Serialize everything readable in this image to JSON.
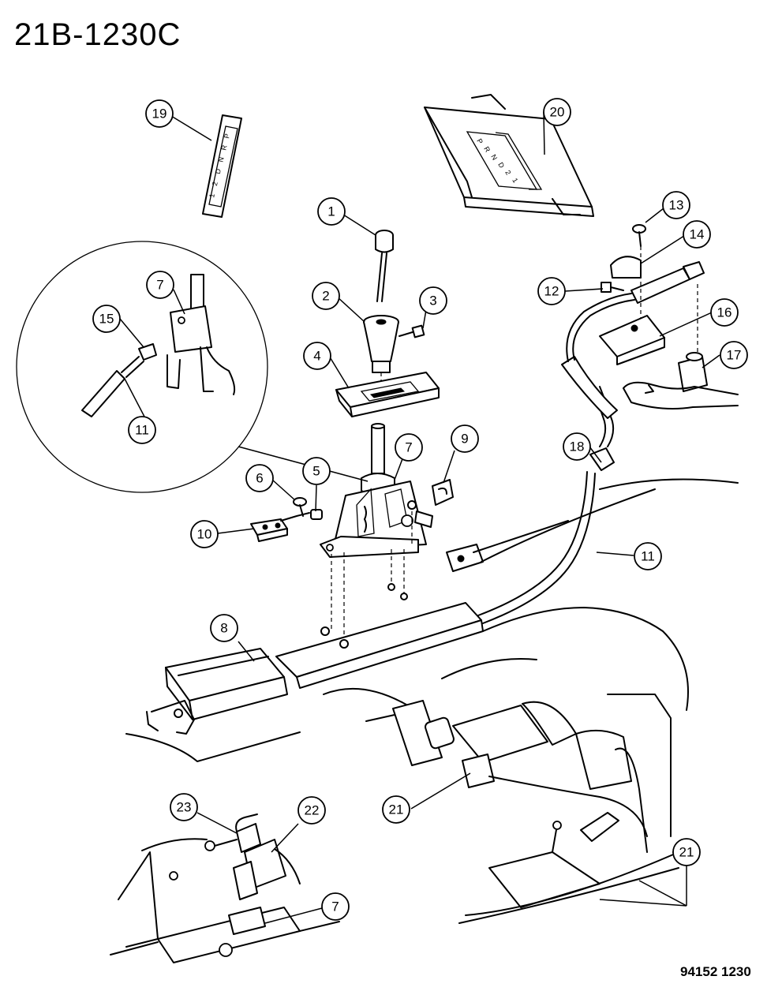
{
  "header": {
    "code": "21B-1230C"
  },
  "footer": {
    "code": "94152 1230"
  },
  "callouts": [
    {
      "id": "c1",
      "label": "1"
    },
    {
      "id": "c2",
      "label": "2"
    },
    {
      "id": "c3",
      "label": "3"
    },
    {
      "id": "c4",
      "label": "4"
    },
    {
      "id": "c5",
      "label": "5"
    },
    {
      "id": "c6",
      "label": "6"
    },
    {
      "id": "c7a",
      "label": "7"
    },
    {
      "id": "c7b",
      "label": "7"
    },
    {
      "id": "c7c",
      "label": "7"
    },
    {
      "id": "c8",
      "label": "8"
    },
    {
      "id": "c9",
      "label": "9"
    },
    {
      "id": "c10",
      "label": "10"
    },
    {
      "id": "c11a",
      "label": "11"
    },
    {
      "id": "c11b",
      "label": "11"
    },
    {
      "id": "c12",
      "label": "12"
    },
    {
      "id": "c13",
      "label": "13"
    },
    {
      "id": "c14",
      "label": "14"
    },
    {
      "id": "c15",
      "label": "15"
    },
    {
      "id": "c16",
      "label": "16"
    },
    {
      "id": "c17",
      "label": "17"
    },
    {
      "id": "c18",
      "label": "18"
    },
    {
      "id": "c19",
      "label": "19"
    },
    {
      "id": "c20",
      "label": "20"
    },
    {
      "id": "c21a",
      "label": "21"
    },
    {
      "id": "c21b",
      "label": "21"
    },
    {
      "id": "c22",
      "label": "22"
    },
    {
      "id": "c23",
      "label": "23"
    }
  ],
  "indicator_letters": [
    "P",
    "R",
    "N",
    "D",
    "2",
    "1"
  ]
}
